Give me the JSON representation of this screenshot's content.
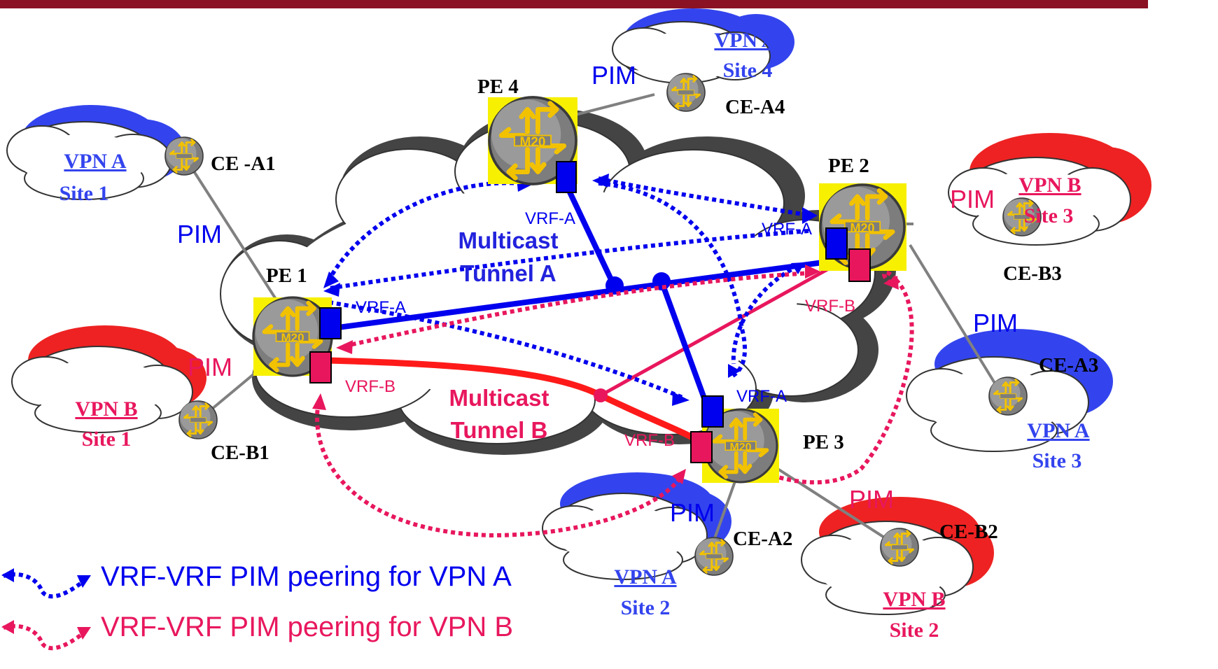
{
  "colors": {
    "bar": "#8b1222",
    "vpn_a": "#0000ee",
    "vpn_b": "#e8175d",
    "tunnel_b": "#ff1a1a",
    "router_body": "#8a8a8a",
    "router_highlight": "#f7f000",
    "cloud_fill": "#ffffff",
    "cloud_shadow": "#444444"
  },
  "routers": {
    "pe1": "PE 1",
    "pe2": "PE 2",
    "pe3": "PE 3",
    "pe4": "PE 4",
    "model": "M20"
  },
  "ce": {
    "a1": "CE -A1",
    "a2": "CE-A2",
    "a3": "CE-A3",
    "a4": "CE-A4",
    "b1": "CE-B1",
    "b2": "CE-B2",
    "b3": "CE-B3"
  },
  "sites": {
    "a1_vpn": "VPN A",
    "a1_site": "Site 1",
    "a2_vpn": "VPN A",
    "a2_site": "Site 2",
    "a3_vpn": "VPN A",
    "a3_site": "Site 3",
    "a4_vpn": "VPN A",
    "a4_site": "Site 4",
    "b1_vpn": "VPN B",
    "b1_site": "Site 1",
    "b2_vpn": "VPN B",
    "b2_site": "Site 2",
    "b3_vpn": "VPN B",
    "b3_site": "Site 3"
  },
  "pim": "PIM",
  "vrf": {
    "a": "VRF-A",
    "b": "VRF-B"
  },
  "tunnels": {
    "a_line1": "Multicast",
    "a_line2": "Tunnel A",
    "b_line1": "Multicast",
    "b_line2": "Tunnel B"
  },
  "legend": {
    "a": "VRF-VRF PIM peering for VPN A",
    "b": "VRF-VRF PIM peering for VPN B"
  }
}
